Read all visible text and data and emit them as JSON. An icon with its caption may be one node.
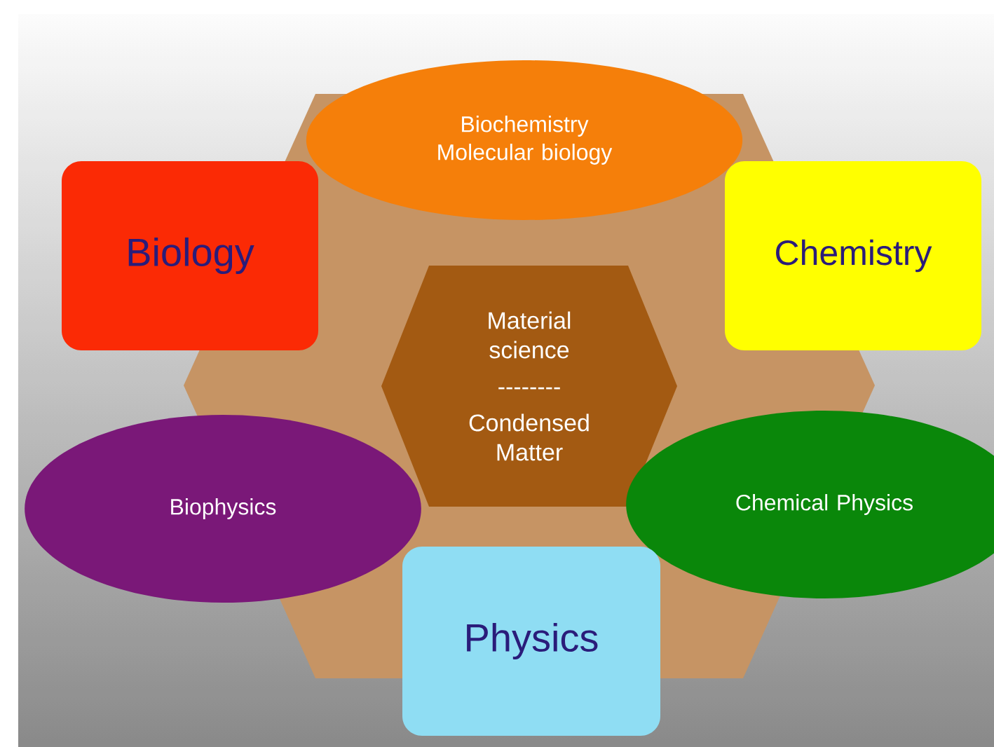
{
  "diagram": {
    "nodes": [
      {
        "text": [],
        "shape": "hexagon"
      },
      {
        "text": [
          "Biochemistry Molecular biology"
        ]
      },
      {
        "text": [
          "Biology"
        ]
      },
      {
        "text": [
          "Chemistry"
        ]
      },
      {
        "text": [
          "Material science",
          "--------",
          "Condensed Matter"
        ],
        "in": 0
      },
      {
        "text": [
          "Biophysics"
        ]
      },
      {
        "text": [
          "Chemical Physics"
        ]
      },
      {
        "text": [
          "Physics"
        ]
      }
    ]
  }
}
